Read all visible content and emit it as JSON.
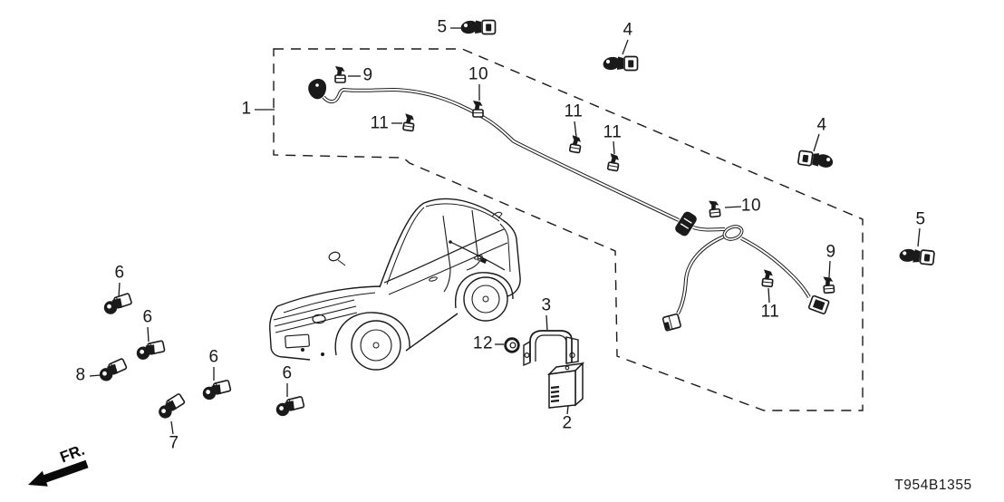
{
  "diagram_code": "T954B1355",
  "direction_indicator": "FR.",
  "colors": {
    "ink": "#1a1a1a",
    "background": "#ffffff"
  },
  "vehicle_illustration": "suv-front-three-quarter-sketch",
  "callouts": [
    "1",
    "5",
    "9",
    "10",
    "11",
    "4",
    "11",
    "11",
    "4",
    "10",
    "5",
    "9",
    "11",
    "6",
    "6",
    "8",
    "6",
    "6",
    "7",
    "12",
    "3",
    "2"
  ],
  "parts": [
    {
      "ref": "1",
      "kind": "wire-harness-assembly"
    },
    {
      "ref": "2",
      "kind": "control-unit"
    },
    {
      "ref": "3",
      "kind": "mount-bracket"
    },
    {
      "ref": "4",
      "kind": "sensor-with-retainer"
    },
    {
      "ref": "5",
      "kind": "sensor-with-retainer"
    },
    {
      "ref": "6",
      "kind": "parking-sensor"
    },
    {
      "ref": "7",
      "kind": "parking-sensor"
    },
    {
      "ref": "8",
      "kind": "parking-sensor"
    },
    {
      "ref": "9",
      "kind": "harness-clip"
    },
    {
      "ref": "10",
      "kind": "harness-clip"
    },
    {
      "ref": "11",
      "kind": "harness-clip"
    },
    {
      "ref": "12",
      "kind": "grommet"
    }
  ]
}
